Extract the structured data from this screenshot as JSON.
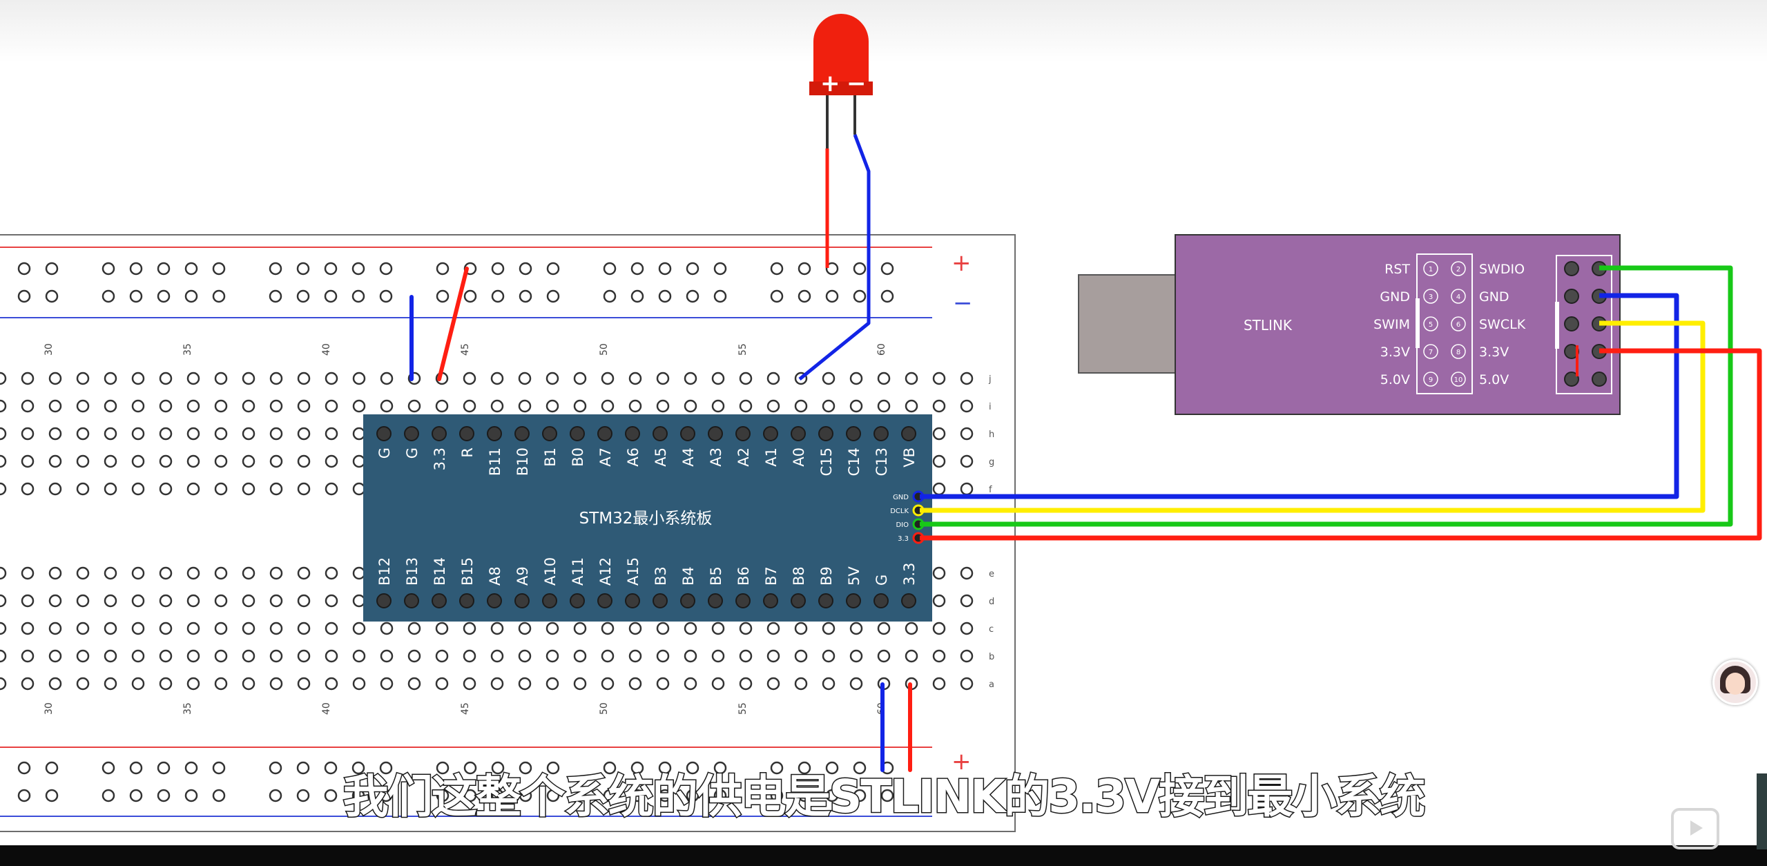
{
  "subtitle": "我们这整个系统的供电是STLINK的3.3V接到最小系统",
  "board": {
    "label": "STM32最小系统板",
    "top_pins": [
      "G",
      "G",
      "3.3",
      "R",
      "B11",
      "B10",
      "B1",
      "B0",
      "A7",
      "A6",
      "A5",
      "A4",
      "A3",
      "A2",
      "A1",
      "A0",
      "C15",
      "C14",
      "C13",
      "VB"
    ],
    "bottom_pins": [
      "B12",
      "B13",
      "B14",
      "B15",
      "A8",
      "A9",
      "A10",
      "A11",
      "A12",
      "A15",
      "B3",
      "B4",
      "B5",
      "B6",
      "B7",
      "B8",
      "B9",
      "5V",
      "G",
      "3.3"
    ],
    "side_pins": [
      "GND",
      "DCLK",
      "DIO",
      "3.3"
    ]
  },
  "stlink": {
    "label": "STLINK",
    "left_labels": [
      "RST",
      "GND",
      "SWIM",
      "3.3V",
      "5.0V"
    ],
    "right_labels": [
      "SWDIO",
      "GND",
      "SWCLK",
      "3.3V",
      "5.0V"
    ],
    "pin_numbers": [
      [
        "1",
        "2"
      ],
      [
        "3",
        "4"
      ],
      [
        "5",
        "6"
      ],
      [
        "7",
        "8"
      ],
      [
        "9",
        "10"
      ]
    ]
  },
  "breadboard": {
    "column_numbers": [
      "30",
      "35",
      "40",
      "45",
      "50",
      "55",
      "60"
    ],
    "row_letters_top": [
      "j",
      "i",
      "h",
      "g",
      "f"
    ],
    "row_letters_bottom": [
      "e",
      "d",
      "c",
      "b",
      "a"
    ],
    "rail_plus": "+",
    "rail_minus": "−"
  },
  "led": {
    "plus": "+",
    "minus": "−"
  },
  "colors": {
    "wire_red": "#ff1e12",
    "wire_blue": "#1224e6",
    "wire_green": "#18c818",
    "wire_yellow": "#ffee00",
    "board_blue": "#2f5a76",
    "stlink_purple": "#9c69a6",
    "led_red": "#f0200e"
  },
  "icons": [
    "avatar-icon",
    "tv-logo-icon"
  ]
}
